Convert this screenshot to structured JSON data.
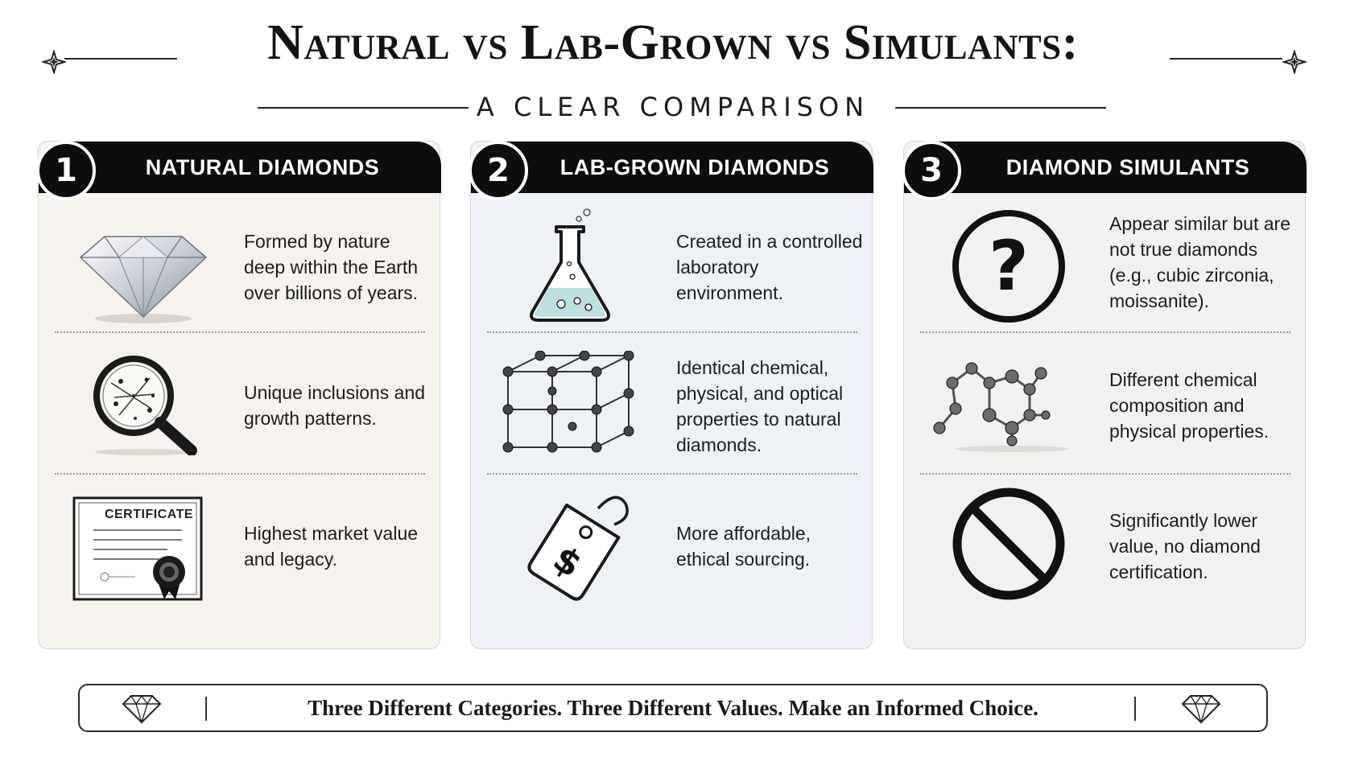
{
  "header": {
    "title": "Natural vs Lab-Grown vs Simulants:",
    "subtitle": "A CLEAR COMPARISON"
  },
  "colors": {
    "natural_panel": "#f6f3ee",
    "lab_panel": "#eef2f6",
    "simulant_panel": "#f1f2ef",
    "header_band": "#0d0d0d"
  },
  "cards": [
    {
      "number": "1",
      "title": "NATURAL DIAMONDS",
      "rows": [
        {
          "icon": "diamond-icon",
          "text": "Formed by nature deep within the Earth over billions of years."
        },
        {
          "icon": "magnifying-glass-icon",
          "text": "Unique inclusions and growth patterns."
        },
        {
          "icon": "certificate-icon",
          "label": "CERTIFICATE",
          "text": "Highest market value and legacy."
        }
      ]
    },
    {
      "number": "2",
      "title": "LAB-GROWN DIAMONDS",
      "rows": [
        {
          "icon": "flask-icon",
          "text": "Created in a controlled laboratory environment."
        },
        {
          "icon": "crystal-lattice-icon",
          "text": "Identical chemical, physical, and optical properties to natural diamonds."
        },
        {
          "icon": "price-tag-icon",
          "text": "More affordable, ethical sourcing."
        }
      ]
    },
    {
      "number": "3",
      "title": "DIAMOND SIMULANTS",
      "rows": [
        {
          "icon": "question-mark-icon",
          "text": "Appear similar but are not true diamonds (e.g., cubic zirconia, moissanite)."
        },
        {
          "icon": "molecule-icon",
          "text": "Different chemical composition and physical properties."
        },
        {
          "icon": "prohibited-icon",
          "text": "Significantly lower value, no diamond certification."
        }
      ]
    }
  ],
  "footer": {
    "text": "Three Different Categories.  Three Different Values.  Make an Informed Choice.",
    "icon": "diamond-outline-icon"
  }
}
